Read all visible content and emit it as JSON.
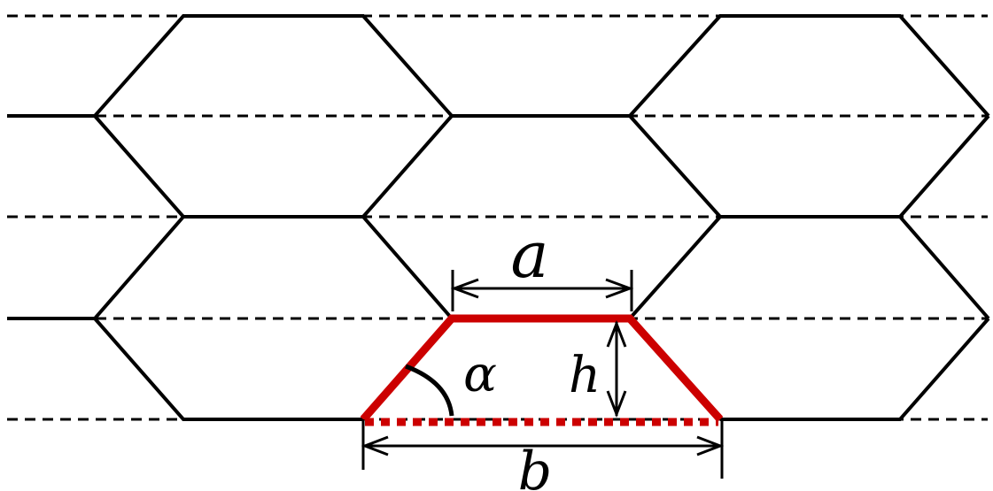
{
  "labels": {
    "a": "a",
    "b": "b",
    "h": "h",
    "alpha": "α"
  },
  "colors": {
    "lines": "#000000",
    "highlight": "#cc0000",
    "background": "#ffffff"
  }
}
